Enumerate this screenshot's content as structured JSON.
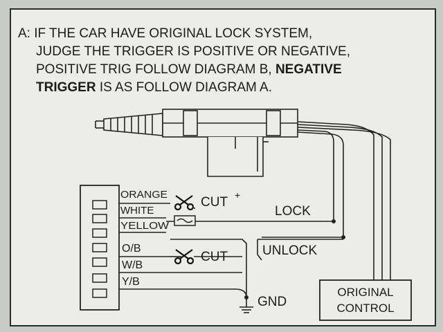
{
  "instructions": {
    "prefix": "A:",
    "line1": "IF THE CAR HAVE ORIGINAL LOCK SYSTEM,",
    "line2": "JUDGE THE TRIGGER IS POSITIVE OR NEGATIVE,",
    "line3_normal": "POSITIVE TRIG  FOLLOW DIAGRAM B, ",
    "line3_bold": "NEGATIVE",
    "line4_bold": "TRIGGER",
    "line4_normal": " IS AS FOLLOW DIAGRAM A."
  },
  "connector": {
    "wires": [
      "ORANGE",
      "WHITE",
      "YELLOW",
      "O/B",
      "W/B",
      "Y/B"
    ]
  },
  "labels": {
    "cut_top": "CUT",
    "cut_bottom": "CUT",
    "lock": "LOCK",
    "unlock": "UNLOCK",
    "gnd": "GND",
    "original_control_line1": "ORIGINAL",
    "original_control_line2": "CONTROL",
    "plus_mark": "+"
  },
  "icons": {
    "scissors": "scissors-icon",
    "ground": "ground-icon",
    "fuse": "fuse-icon",
    "actuator": "door-lock-actuator-icon"
  }
}
